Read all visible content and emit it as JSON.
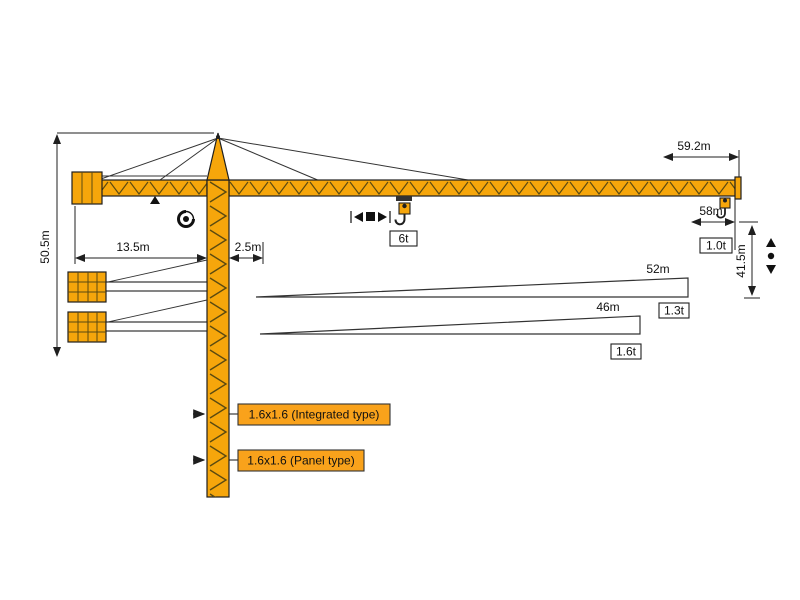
{
  "colors": {
    "crane": "#F6A60B",
    "label_bg": "#F9A21B",
    "outline": "#1F1F1F"
  },
  "dimensions": {
    "max_radius": "59.2m",
    "tower_height": "50.5m",
    "counter_jib_radius": "13.5m",
    "mast_offset": "2.5m",
    "tip_hook_radius": "58m",
    "lift_height": "41.5m"
  },
  "jib_variants": {
    "long": "52m",
    "short": "46m"
  },
  "loads": {
    "max": "6t",
    "tip_59m": "1.0t",
    "tip_52m": "1.3t",
    "tip_46m": "1.6t"
  },
  "mast_types": {
    "integrated": "1.6x1.6 (Integrated type)",
    "panel": "1.6x1.6 (Panel type)"
  }
}
